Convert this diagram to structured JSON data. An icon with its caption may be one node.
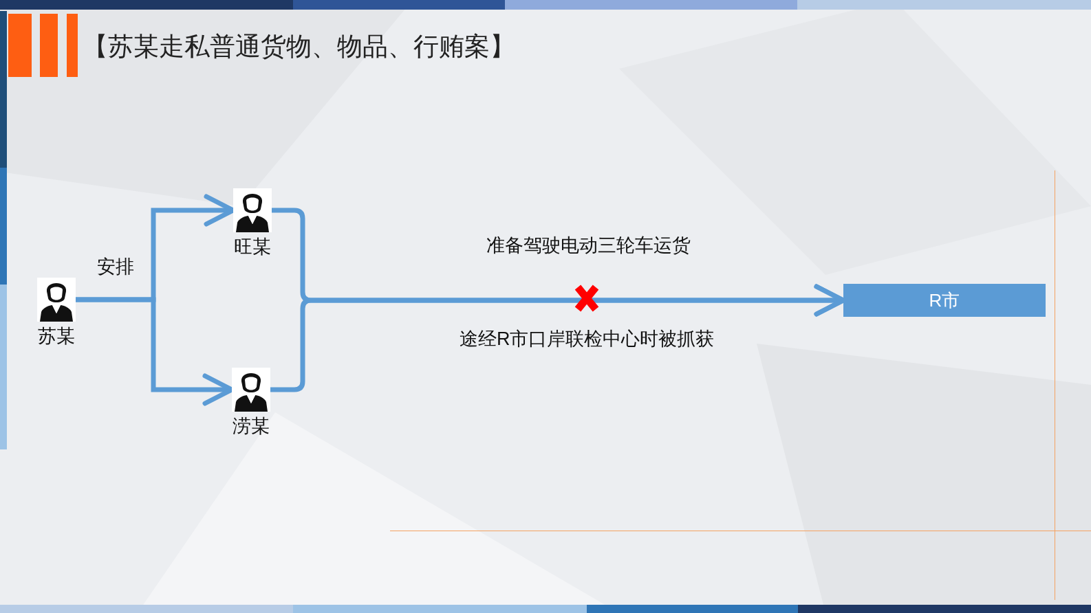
{
  "diagram": {
    "title": "【苏某走私普通货物、物品、行贿案】",
    "nodes": [
      {
        "text": [
          "苏某"
        ]
      },
      {
        "text": [
          "旺某"
        ]
      },
      {
        "text": [
          "涝某"
        ]
      },
      {
        "text": [
          "R市"
        ]
      }
    ],
    "edges": [
      {
        "from": 0,
        "to": 1,
        "arrow": "to",
        "label": "安排"
      },
      {
        "from": 0,
        "to": 2,
        "arrow": "to"
      },
      {
        "from": 1,
        "to": 3,
        "arrow": "to",
        "label": "准备驾驶电动三轮车运货"
      },
      {
        "from": 2,
        "to": 3,
        "arrow": "to"
      }
    ],
    "labels": [
      "途经R市口岸联检中心时被抓获"
    ]
  }
}
